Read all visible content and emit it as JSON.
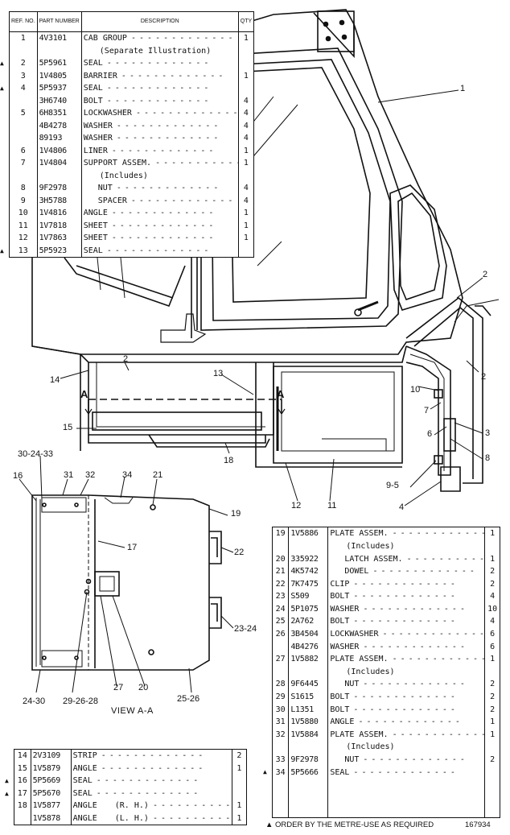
{
  "table_top": {
    "headers": {
      "ref": "REF. NO.",
      "part": "PART NUMBER",
      "desc": "DESCRIPTION",
      "qty": "QTY"
    },
    "rows": [
      {
        "ref": "1",
        "part": "4V3101",
        "desc": "CAB GROUP",
        "qty": "1",
        "mark": ""
      },
      {
        "ref": "",
        "part": "",
        "desc": "(Separate Illustration)",
        "qty": "",
        "mark": ""
      },
      {
        "ref": "2",
        "part": "5P5961",
        "desc": "SEAL",
        "qty": "",
        "mark": "▲"
      },
      {
        "ref": "3",
        "part": "1V4805",
        "desc": "BARRIER",
        "qty": "1",
        "mark": ""
      },
      {
        "ref": "4",
        "part": "5P5937",
        "desc": "SEAL",
        "qty": "",
        "mark": "▲"
      },
      {
        "ref": "",
        "part": "3H6740",
        "desc": "BOLT",
        "qty": "4",
        "mark": ""
      },
      {
        "ref": "5",
        "part": "6H8351",
        "desc": "LOCKWASHER",
        "qty": "4",
        "mark": ""
      },
      {
        "ref": "",
        "part": "4B4278",
        "desc": "WASHER",
        "qty": "4",
        "mark": ""
      },
      {
        "ref": "",
        "part": "89193",
        "desc": "WASHER",
        "qty": "4",
        "mark": ""
      },
      {
        "ref": "6",
        "part": "1V4806",
        "desc": "LINER",
        "qty": "1",
        "mark": ""
      },
      {
        "ref": "7",
        "part": "1V4804",
        "desc": "SUPPORT ASSEM.",
        "qty": "1",
        "mark": ""
      },
      {
        "ref": "",
        "part": "",
        "desc": "(Includes)",
        "qty": "",
        "mark": ""
      },
      {
        "ref": "8",
        "part": "9F2978",
        "desc": "NUT",
        "qty": "4",
        "mark": ""
      },
      {
        "ref": "9",
        "part": "3H5788",
        "desc": "SPACER",
        "qty": "4",
        "mark": ""
      },
      {
        "ref": "10",
        "part": "1V4816",
        "desc": "ANGLE",
        "qty": "1",
        "mark": ""
      },
      {
        "ref": "11",
        "part": "1V7818",
        "desc": "SHEET",
        "qty": "1",
        "mark": ""
      },
      {
        "ref": "12",
        "part": "1V7863",
        "desc": "SHEET",
        "qty": "1",
        "mark": ""
      },
      {
        "ref": "13",
        "part": "5P5923",
        "desc": "SEAL",
        "qty": "",
        "mark": "▲"
      }
    ]
  },
  "table_right": {
    "rows": [
      {
        "ref": "19",
        "part": "1V5886",
        "desc": "PLATE ASSEM.",
        "qty": "1",
        "mark": ""
      },
      {
        "ref": "",
        "part": "",
        "desc": "(Includes)",
        "qty": "",
        "mark": ""
      },
      {
        "ref": "20",
        "part": "335922",
        "desc": "LATCH ASSEM.",
        "qty": "1",
        "mark": ""
      },
      {
        "ref": "21",
        "part": "4K5742",
        "desc": "DOWEL",
        "qty": "2",
        "mark": ""
      },
      {
        "ref": "22",
        "part": "7K7475",
        "desc": "CLIP",
        "qty": "2",
        "mark": ""
      },
      {
        "ref": "23",
        "part": "S509",
        "desc": "BOLT",
        "qty": "4",
        "mark": ""
      },
      {
        "ref": "24",
        "part": "5P1075",
        "desc": "WASHER",
        "qty": "10",
        "mark": ""
      },
      {
        "ref": "25",
        "part": "2A762",
        "desc": "BOLT",
        "qty": "4",
        "mark": ""
      },
      {
        "ref": "26",
        "part": "3B4504",
        "desc": "LOCKWASHER",
        "qty": "6",
        "mark": ""
      },
      {
        "ref": "",
        "part": "4B4276",
        "desc": "WASHER",
        "qty": "6",
        "mark": ""
      },
      {
        "ref": "27",
        "part": "1V5882",
        "desc": "PLATE ASSEM.",
        "qty": "1",
        "mark": ""
      },
      {
        "ref": "",
        "part": "",
        "desc": "(Includes)",
        "qty": "",
        "mark": ""
      },
      {
        "ref": "28",
        "part": "9F6445",
        "desc": "NUT",
        "qty": "2",
        "mark": ""
      },
      {
        "ref": "29",
        "part": "S1615",
        "desc": "BOLT",
        "qty": "2",
        "mark": ""
      },
      {
        "ref": "30",
        "part": "L1351",
        "desc": "BOLT",
        "qty": "2",
        "mark": ""
      },
      {
        "ref": "31",
        "part": "1V5880",
        "desc": "ANGLE",
        "qty": "1",
        "mark": ""
      },
      {
        "ref": "32",
        "part": "1V5884",
        "desc": "PLATE ASSEM.",
        "qty": "1",
        "mark": ""
      },
      {
        "ref": "",
        "part": "",
        "desc": "(Includes)",
        "qty": "",
        "mark": ""
      },
      {
        "ref": "33",
        "part": "9F2978",
        "desc": "NUT",
        "qty": "2",
        "mark": ""
      },
      {
        "ref": "34",
        "part": "5P5666",
        "desc": "SEAL",
        "qty": "",
        "mark": "▲"
      }
    ]
  },
  "table_bottom": {
    "rows": [
      {
        "ref": "14",
        "part": "2V3109",
        "desc": "STRIP",
        "qty": "2",
        "mark": ""
      },
      {
        "ref": "15",
        "part": "1V5879",
        "desc": "ANGLE",
        "qty": "1",
        "mark": ""
      },
      {
        "ref": "16",
        "part": "5P5669",
        "desc": "SEAL",
        "qty": "",
        "mark": "▲"
      },
      {
        "ref": "17",
        "part": "5P5670",
        "desc": "SEAL",
        "qty": "",
        "mark": "▲"
      },
      {
        "ref": "18",
        "part": "1V5877",
        "desc": "ANGLE",
        "side": "(R. H.)",
        "qty": "1",
        "mark": ""
      },
      {
        "ref": "",
        "part": "1V5878",
        "desc": "ANGLE",
        "side": "(L. H.)",
        "qty": "1",
        "mark": ""
      }
    ]
  },
  "callouts": {
    "c1": "1",
    "c2a": "2",
    "c2b": "2",
    "c2c": "2",
    "c3": "3",
    "c4": "4",
    "c5": "9-5",
    "c6": "6",
    "c7": "7",
    "c8": "8",
    "c10": "10",
    "c11": "11",
    "c12": "12",
    "c13": "13",
    "c14": "14",
    "c15": "15",
    "c18": "18",
    "cA1": "A",
    "cA2": "A",
    "v30": "30-24-33",
    "v16": "16",
    "v31": "31",
    "v32": "32",
    "v34": "34",
    "v21": "21",
    "v19": "19",
    "v17": "17",
    "v22": "22",
    "v2324": "23-24",
    "v2430": "24-30",
    "v292628": "29-26-28",
    "v27": "27",
    "v20": "20",
    "v2526": "25-26"
  },
  "view_label": "VIEW A-A",
  "footnote": "▲ ORDER BY THE METRE-USE AS REQUIRED",
  "figure_number": "167934"
}
